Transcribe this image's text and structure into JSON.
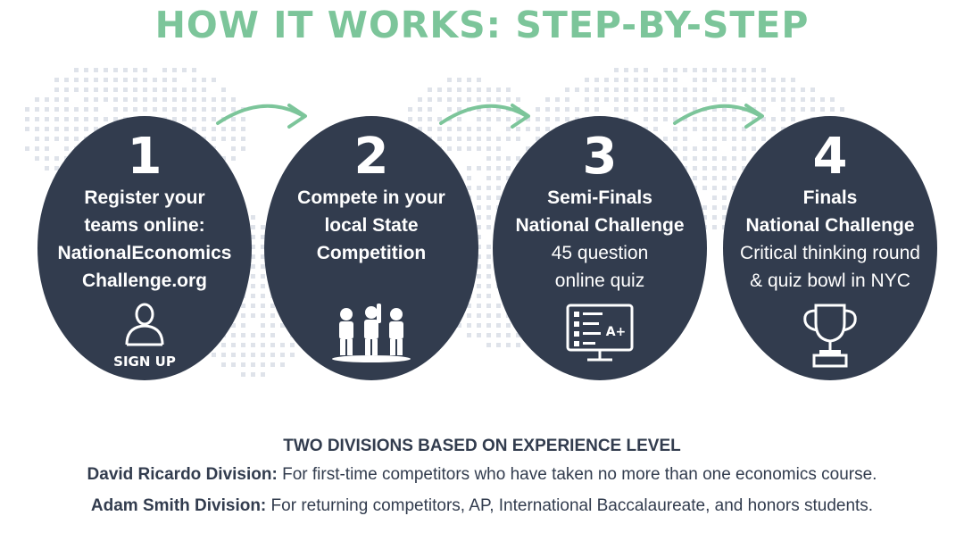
{
  "title": "HOW IT WORKS: STEP-BY-STEP",
  "colors": {
    "accent": "#7cc59a",
    "circle": "#323c4e",
    "text": "#323c4e",
    "dots": "#dfe3ea"
  },
  "steps": [
    {
      "number": "1",
      "lines": [
        {
          "text": "Register your",
          "bold": true
        },
        {
          "text": "teams online:",
          "bold": true
        },
        {
          "text": "NationalEconomics",
          "bold": true
        },
        {
          "text": "Challenge.org",
          "bold": true
        }
      ],
      "icon": "person-icon",
      "icon_label": "SIGN UP"
    },
    {
      "number": "2",
      "lines": [
        {
          "text": "Compete in your",
          "bold": true
        },
        {
          "text": "local State",
          "bold": true
        },
        {
          "text": "Competition",
          "bold": true
        }
      ],
      "icon": "team-icon"
    },
    {
      "number": "3",
      "lines": [
        {
          "text": "Semi-Finals",
          "bold": true
        },
        {
          "text": "National Challenge",
          "bold": true
        },
        {
          "text": "45 question",
          "bold": false
        },
        {
          "text": "online quiz",
          "bold": false
        }
      ],
      "icon": "monitor-quiz-icon",
      "icon_label": "A+"
    },
    {
      "number": "4",
      "lines": [
        {
          "text": "Finals",
          "bold": true
        },
        {
          "text": "National Challenge",
          "bold": true
        },
        {
          "text": "Critical thinking round",
          "bold": false
        },
        {
          "text": "& quiz bowl in NYC",
          "bold": false
        }
      ],
      "icon": "trophy-icon"
    }
  ],
  "divisions": {
    "heading": "TWO DIVISIONS BASED ON EXPERIENCE LEVEL",
    "items": [
      {
        "name": "David Ricardo Division:",
        "description": " For first-time competitors who have taken no more than one economics course."
      },
      {
        "name": "Adam Smith Division:",
        "description": " For returning competitors, AP, International Baccalaureate, and honors students."
      }
    ]
  }
}
